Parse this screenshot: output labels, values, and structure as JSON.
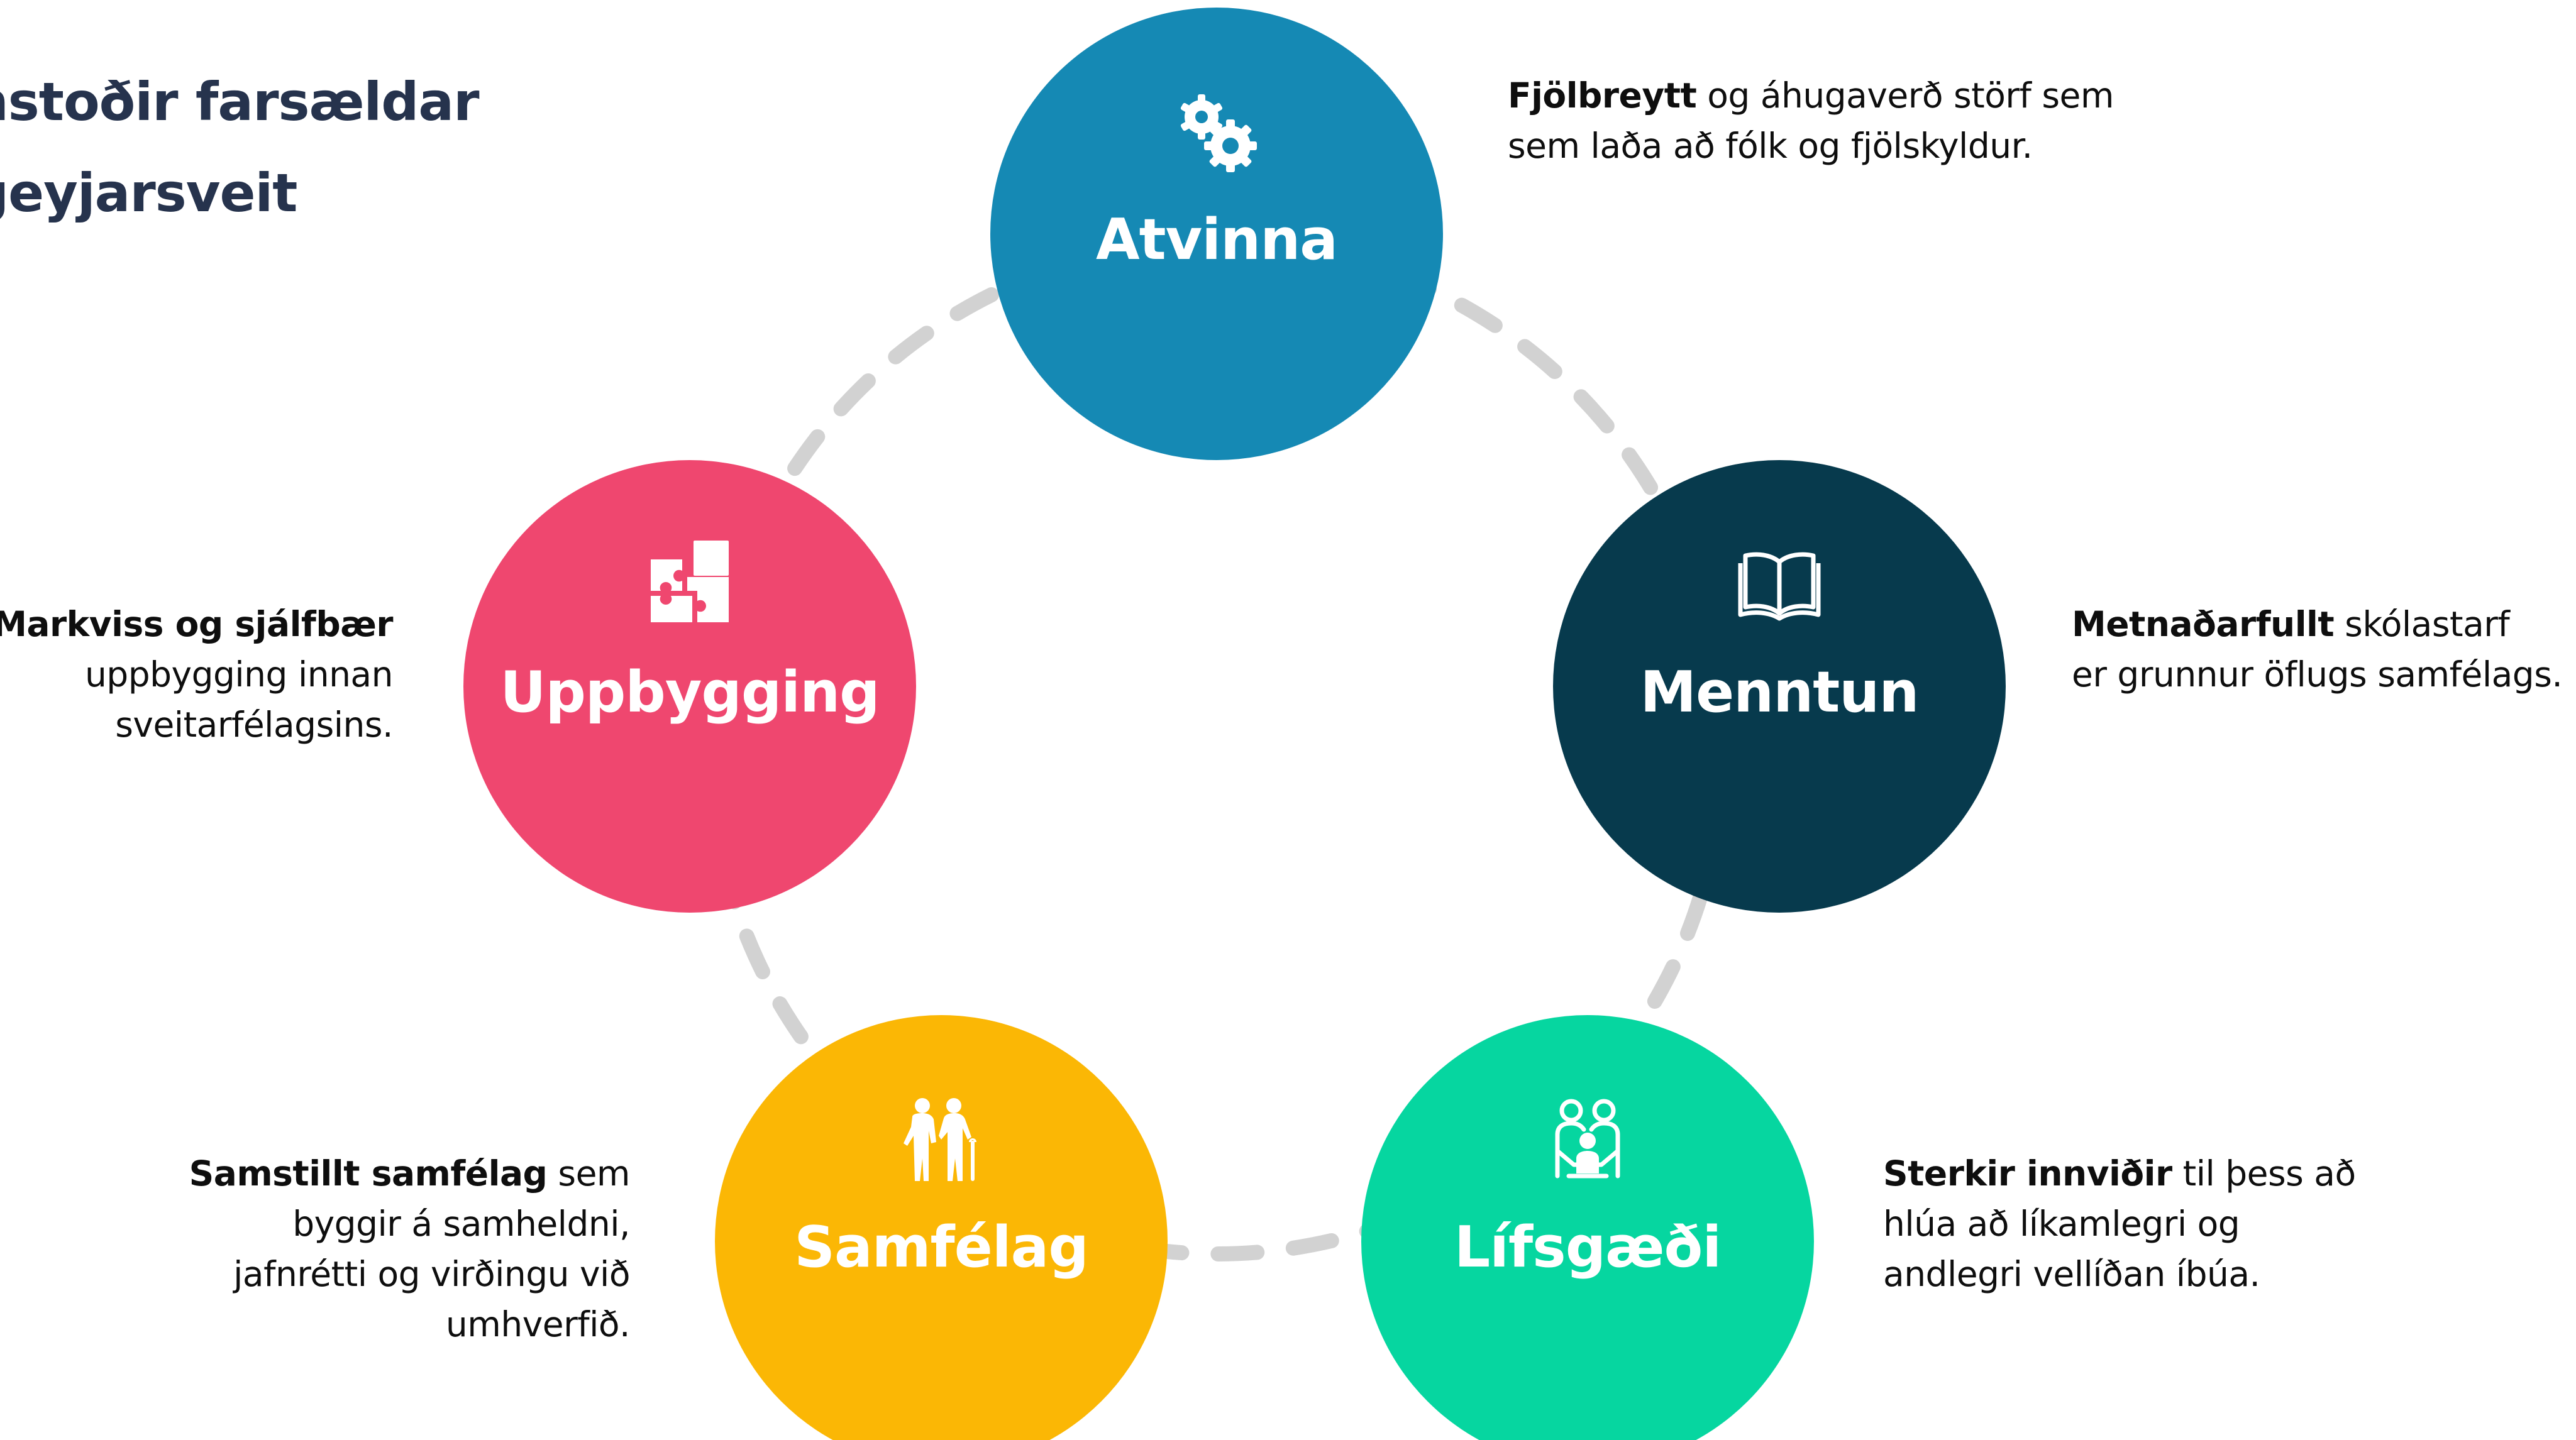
{
  "title": {
    "line1": "nstoðir farsældar",
    "line2": "geyjarsveit"
  },
  "colors": {
    "atvinna": "#1589b4",
    "menntun": "#073a4d",
    "lifsgaedi": "#06d6a0",
    "samfelag": "#fbb705",
    "uppbygging": "#ef476f",
    "ring": "#d2d2d2",
    "title": "#26334d"
  },
  "nodes": [
    {
      "key": "atvinna",
      "label": "Atvinna",
      "icon": "gears-icon",
      "desc": {
        "bold": "Fjölbreytt",
        "rest_line1": " og áhugaverð störf sem",
        "line2": "sem laða að fólk og fjölskyldur."
      }
    },
    {
      "key": "menntun",
      "label": "Menntun",
      "icon": "open-book-icon",
      "desc": {
        "bold": "Metnaðarfullt",
        "rest_line1": " skólastarf",
        "line2": "er grunnur öflugs samfélags."
      }
    },
    {
      "key": "lifsgaedi",
      "label": "Lífsgæði",
      "icon": "family-icon",
      "desc": {
        "bold": "Sterkir innviðir",
        "rest_line1": " til þess að",
        "line2": "hlúa að líkamlegri og",
        "line3": "andlegri vellíðan íbúa."
      }
    },
    {
      "key": "samfelag",
      "label": "Samfélag",
      "icon": "elderly-couple-icon",
      "desc": {
        "bold": "Samstillt samfélag",
        "rest_line1": " sem",
        "line2": "byggir á samheldni,",
        "line3": "jafnrétti og virðingu við",
        "line4": "umhverfið."
      }
    },
    {
      "key": "uppbygging",
      "label": "Uppbygging",
      "icon": "puzzle-icon",
      "desc": {
        "bold": "Markviss og sjálfbær",
        "line2": "uppbygging innan",
        "line3": "sveitarfélagsins."
      }
    }
  ]
}
